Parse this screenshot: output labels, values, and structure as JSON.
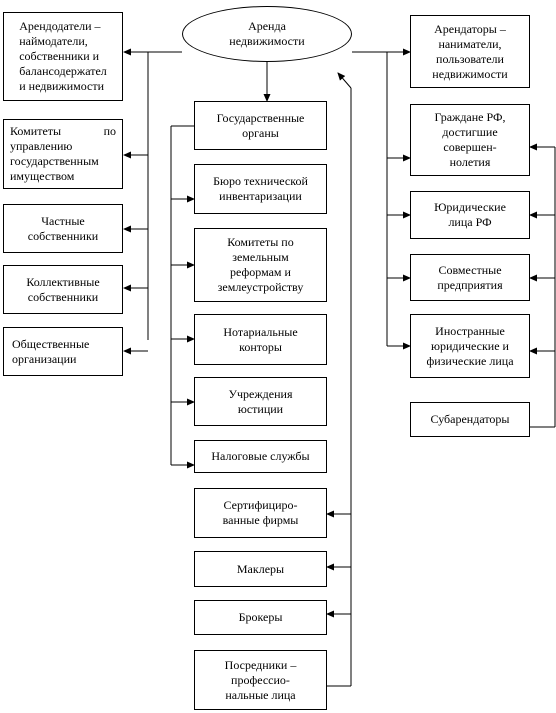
{
  "center": {
    "label": "Аренда\nнедвижимости"
  },
  "left_boxes": [
    {
      "id": "landlords",
      "label": "Арендодатели –\nнаймодатели,\nсобственники и\nбалансодержател\nи недвижимости"
    },
    {
      "id": "committees",
      "label": "Комитеты по управлению государственным имуществом"
    },
    {
      "id": "private",
      "label": "Частные\nсобственники"
    },
    {
      "id": "collective",
      "label": "Коллективные\nсобственники"
    },
    {
      "id": "public",
      "label": "Общественные\nорганизации"
    }
  ],
  "middle_boxes": [
    {
      "id": "gov",
      "label": "Государственные\nорганы"
    },
    {
      "id": "bti",
      "label": "Бюро технической\nинвентаризации"
    },
    {
      "id": "land",
      "label": "Комитеты по\nземельным\nреформам и\nземлеустройству"
    },
    {
      "id": "notary",
      "label": "Нотариальные\nконторы"
    },
    {
      "id": "justice",
      "label": "Учреждения\nюстиции"
    },
    {
      "id": "tax",
      "label": "Налоговые службы"
    },
    {
      "id": "cert",
      "label": "Сертифициро-\nванные фирмы"
    },
    {
      "id": "agents",
      "label": "Маклеры"
    },
    {
      "id": "brokers",
      "label": "Брокеры"
    },
    {
      "id": "intermediaries",
      "label": "Посредники –\nпрофессио-\nнальные лица"
    }
  ],
  "right_boxes": [
    {
      "id": "tenants",
      "label": "Арендаторы –\nнаниматели,\nпользователи\nнедвижимости"
    },
    {
      "id": "citizens",
      "label": "Граждане РФ,\nдостигшие\nсовершен-\nнолетия"
    },
    {
      "id": "legal",
      "label": "Юридические\nлица РФ"
    },
    {
      "id": "joint",
      "label": "Совместные\nпредприятия"
    },
    {
      "id": "foreign",
      "label": "Иностранные\nюридические и\nфизические лица"
    },
    {
      "id": "subtenants",
      "label": "Субарендаторы"
    }
  ]
}
